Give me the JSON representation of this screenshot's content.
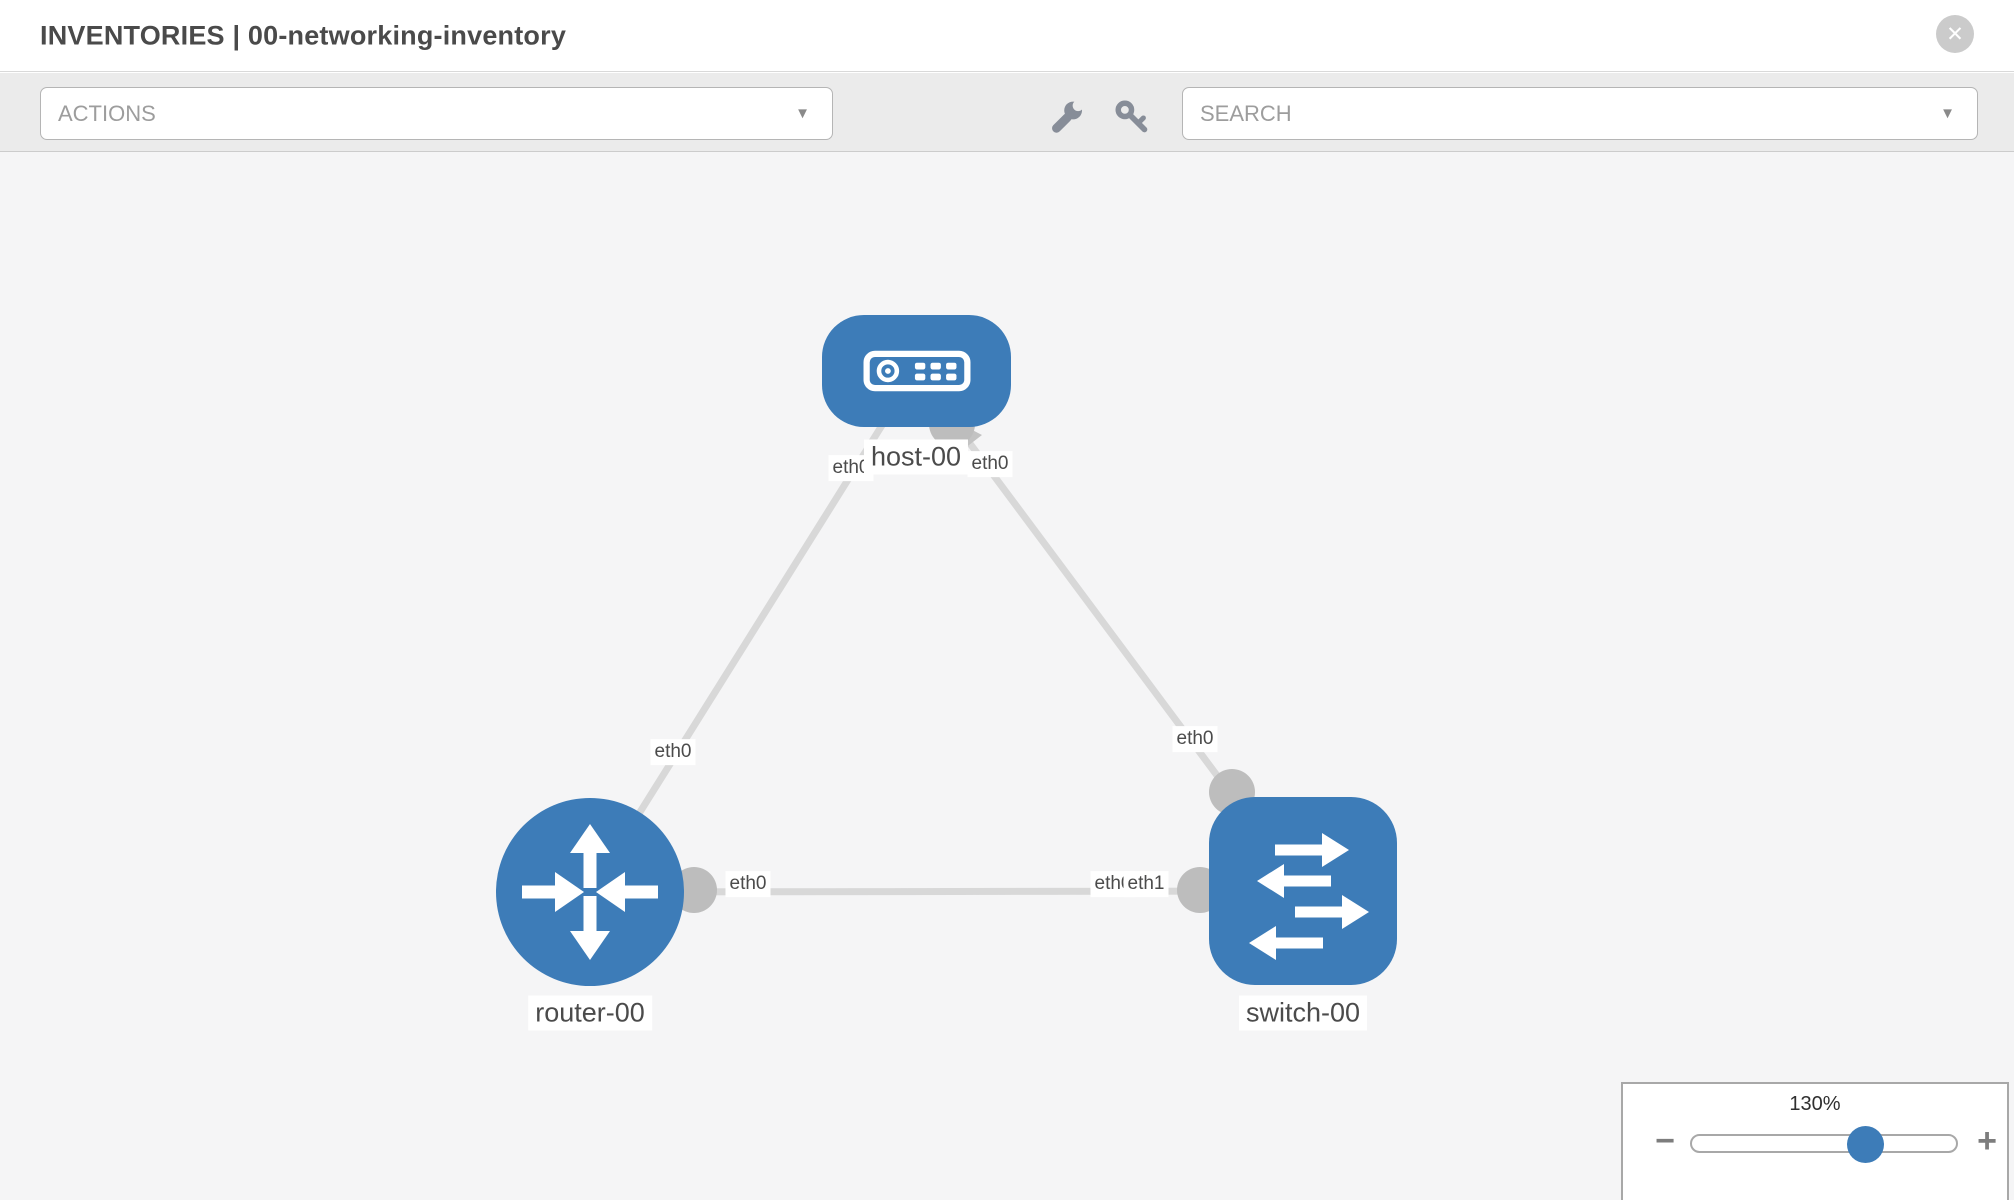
{
  "header": {
    "title": "INVENTORIES | 00-networking-inventory",
    "close_icon": "times-circle",
    "close_glyph": "✕"
  },
  "toolbar": {
    "actions_placeholder": "ACTIONS",
    "search_placeholder": "SEARCH",
    "caret_glyph": "▼",
    "wrench_icon": "wrench",
    "key_icon": "key"
  },
  "topology": {
    "nodes": {
      "host": {
        "label": "host-00",
        "type": "host"
      },
      "router": {
        "label": "router-00",
        "type": "router"
      },
      "switch": {
        "label": "switch-00",
        "type": "switch"
      }
    },
    "links": [
      {
        "from": "host-00",
        "to": "router-00"
      },
      {
        "from": "host-00",
        "to": "switch-00"
      },
      {
        "from": "router-00",
        "to": "switch-00"
      }
    ],
    "interfaces": {
      "host_left": "eth0",
      "host_right": "eth0",
      "router_on_host_link": "eth0",
      "switch_on_host_link": "eth0",
      "router_on_switch_link": "eth0",
      "switch_eth0_overlapped": "eth0",
      "switch_eth1": "eth1"
    }
  },
  "zoom": {
    "level": "130%",
    "minus_glyph": "−",
    "plus_glyph": "+"
  },
  "colors": {
    "node_blue": "#3d7cb8",
    "link_gray": "#d8d8d8",
    "dot_gray": "#bdbdbd",
    "toolbar_bg": "#ebebeb",
    "canvas_bg": "#f5f5f6",
    "icon_gray": "#878d98"
  }
}
